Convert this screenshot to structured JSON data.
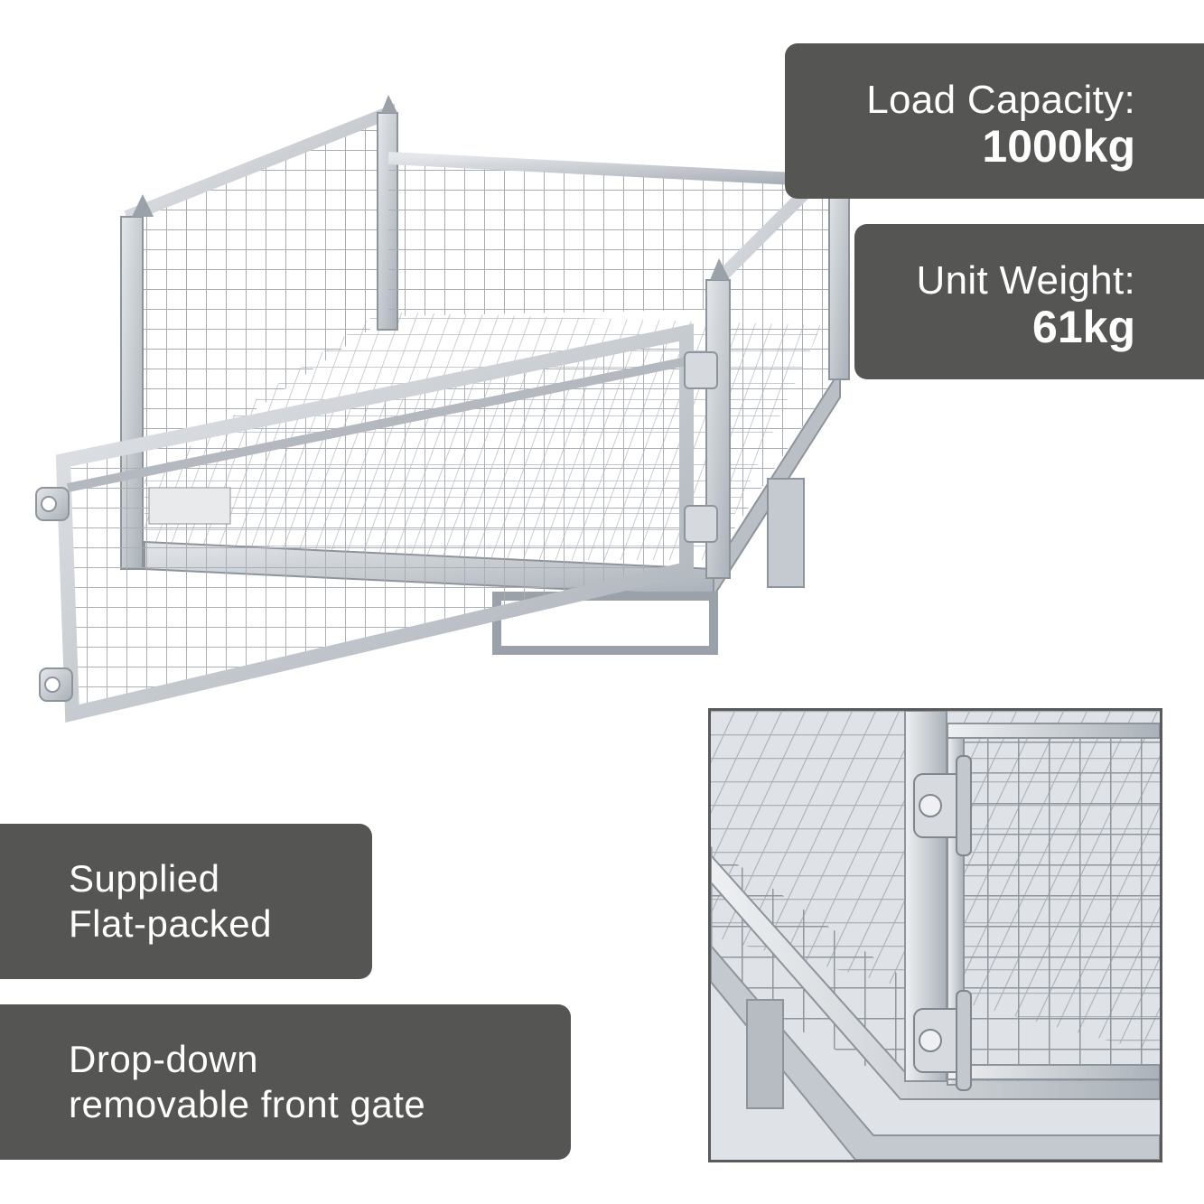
{
  "specs": {
    "capacity_label": "Load Capacity:",
    "capacity_value": "1000kg",
    "weight_label": "Unit Weight:",
    "weight_value": "61kg"
  },
  "features": {
    "flat_line1": "Supplied",
    "flat_line2": "Flat-packed",
    "gate_line1": "Drop-down",
    "gate_line2": "removable front gate"
  },
  "product_image": {
    "subject": "galvanised mesh cage",
    "detail_subject": "hinged front gate"
  },
  "colors": {
    "panel_bg": "#555653",
    "panel_text": "#ffffff",
    "metal": "#c9ced4",
    "metal_dark": "#9aa1a8"
  }
}
